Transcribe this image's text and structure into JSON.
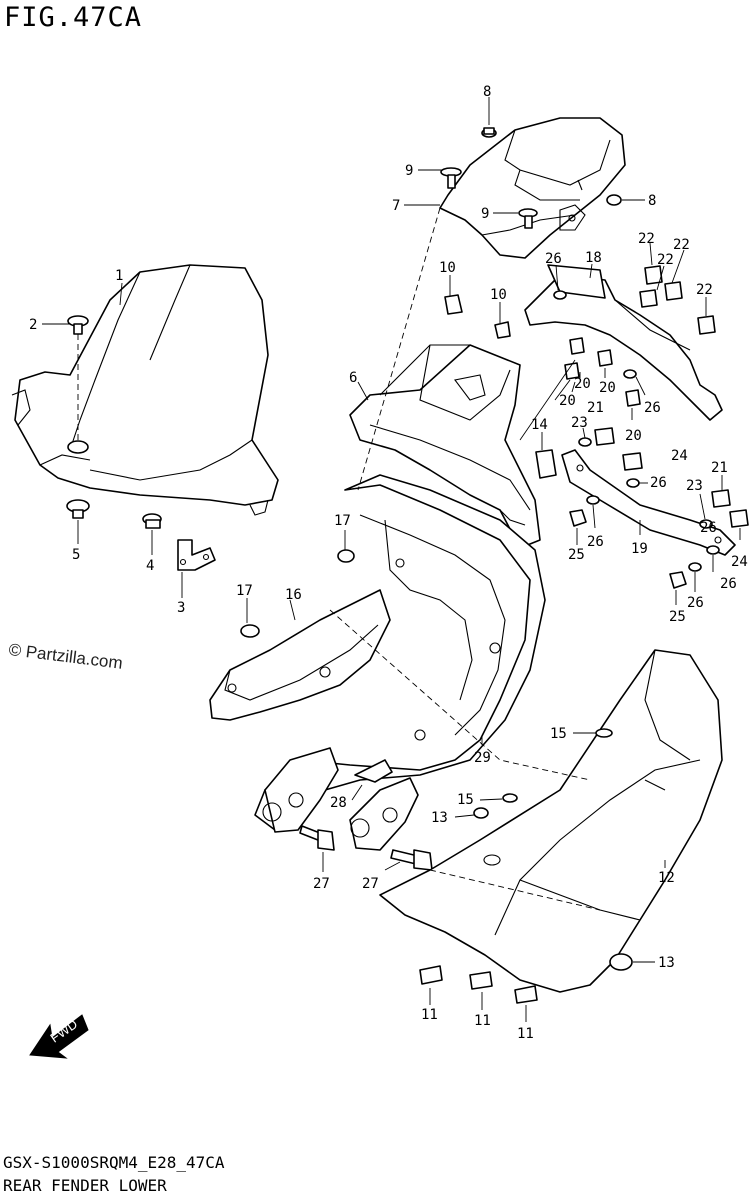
{
  "figure": {
    "title": "FIG.47CA",
    "watermark": "© Partzilla.com",
    "footer_code": "GSX-S1000SRQM4_E28_47CA",
    "footer_name": "REAR FENDER LOWER",
    "fwd_label": "FWD"
  },
  "callouts": [
    "1",
    "2",
    "3",
    "4",
    "5",
    "6",
    "7",
    "8",
    "8",
    "9",
    "9",
    "10",
    "10",
    "11",
    "11",
    "11",
    "12",
    "13",
    "13",
    "14",
    "15",
    "15",
    "16",
    "17",
    "17",
    "18",
    "19",
    "20",
    "20",
    "20",
    "20",
    "21",
    "21",
    "22",
    "22",
    "22",
    "22",
    "23",
    "23",
    "24",
    "24",
    "25",
    "25",
    "26",
    "26",
    "26",
    "26",
    "26",
    "26",
    "26",
    "27",
    "27",
    "28",
    "29"
  ]
}
